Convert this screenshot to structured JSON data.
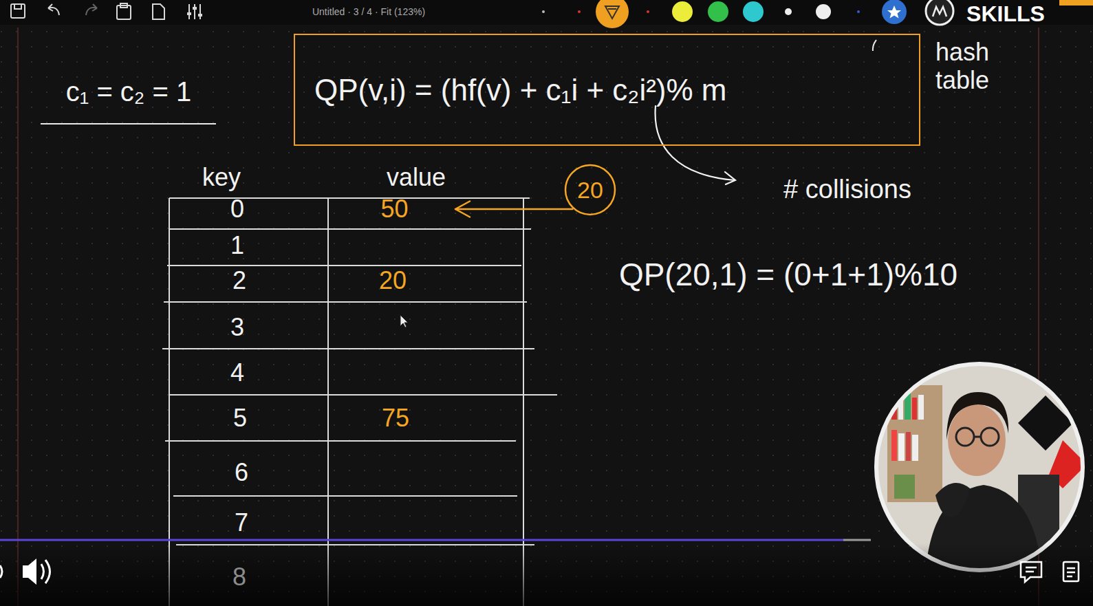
{
  "diagram": {
    "nodes": [
      {
        "text": [
          "QP(v,i) = (hf(v) + c₁i + c₂i²)% m"
        ]
      },
      {
        "text": [
          "20"
        ]
      },
      {
        "text": [
          "50"
        ]
      }
    ],
    "edges": [
      {
        "from": 1,
        "to": 2,
        "arrow": "to"
      }
    ],
    "labels": [
      "Untitled · 3 / 4 · Fit (123%)",
      "SKILLS",
      "c₁ = c₂ = 1",
      "hash table",
      "# collisions",
      "key",
      "value",
      "0",
      "1",
      "2",
      "3",
      "4",
      "5",
      "6",
      "7",
      "8",
      "20",
      "75",
      "QP(20,1) = (0+1+1)%10"
    ]
  }
}
